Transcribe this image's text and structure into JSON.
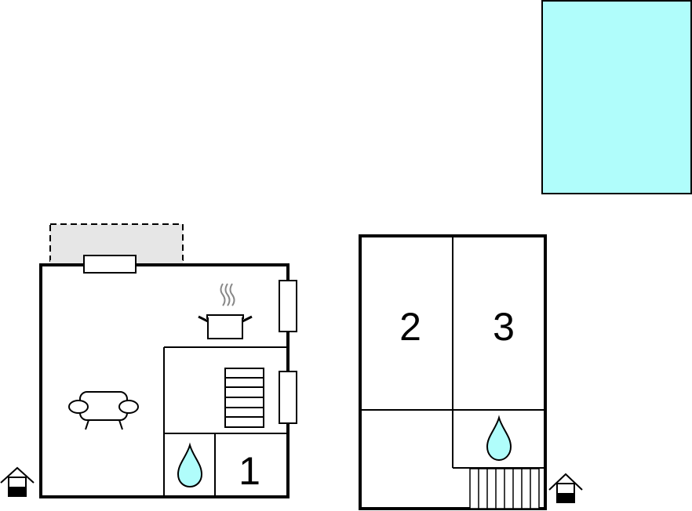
{
  "floor_plan": {
    "rooms": [
      {
        "number": "1"
      },
      {
        "number": "2"
      },
      {
        "number": "3"
      }
    ],
    "icons": [
      "pool-icon",
      "terrace-icon",
      "window-icon",
      "cooking-pot-icon",
      "sofa-icon",
      "stairs-icon",
      "water-drop-icon",
      "house-entrance-icon"
    ],
    "colors": {
      "pool": "#b0fdfb",
      "terrace": "#e6e6e6",
      "water_drop": "#b0fdfb",
      "wall": "#000000"
    }
  }
}
